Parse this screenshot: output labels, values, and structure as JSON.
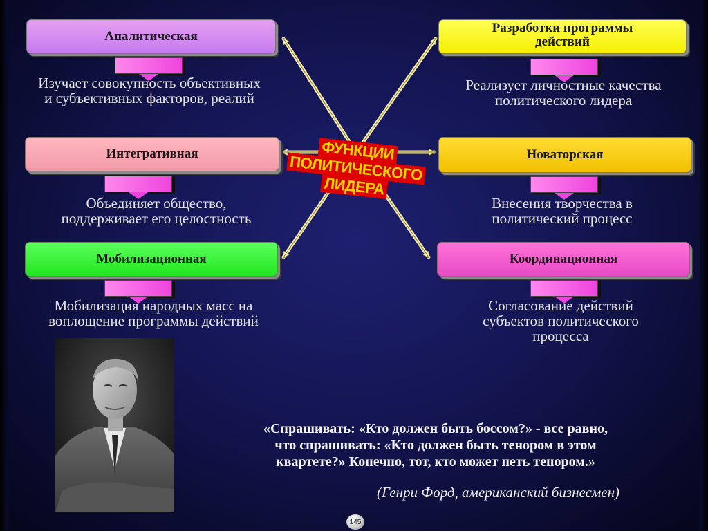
{
  "center": {
    "line1": "функции",
    "line2": "политического",
    "line3": "лидера"
  },
  "functions": {
    "analytic": {
      "title": "Аналитическая",
      "desc": "Изучает совокупность объективных\nи субъективных факторов, реалий"
    },
    "integrative": {
      "title": "Интегративная",
      "desc": "Объединяет общество,\nподдерживает его целостность"
    },
    "mobilization": {
      "title": "Мобилизационная",
      "desc": "Мобилизация народных масс на\nвоплощение программы действий"
    },
    "program": {
      "title": "Разработки программы\nдействий",
      "desc": "Реализует личностные качества\nполитического лидера"
    },
    "innovative": {
      "title": "Новаторская",
      "desc": "Внесения творчества в\nполитический процесс"
    },
    "coordination": {
      "title": "Координационная",
      "desc": "Согласование действий\nсубъектов политического\nпроцесса"
    }
  },
  "quote": {
    "text": "«Спрашивать: «Кто должен быть боссом?» - все равно,\nчто спрашивать: «Кто должен быть тенором в этом\nквартете?» Конечно, тот, кто может петь тенором.»",
    "author": "(Генри Форд, американский бизнесмен)"
  },
  "page_number": "145",
  "colors": {
    "analytic": "#d48cf0",
    "integrative": "#f7a8b4",
    "mobilization": "#33f033",
    "program": "#ffff22",
    "innovative": "#ffcc11",
    "coordination": "#f05cd0",
    "arrows": "#ee44dd",
    "center_text": "#ffd000",
    "center_bg": "#e00000"
  }
}
